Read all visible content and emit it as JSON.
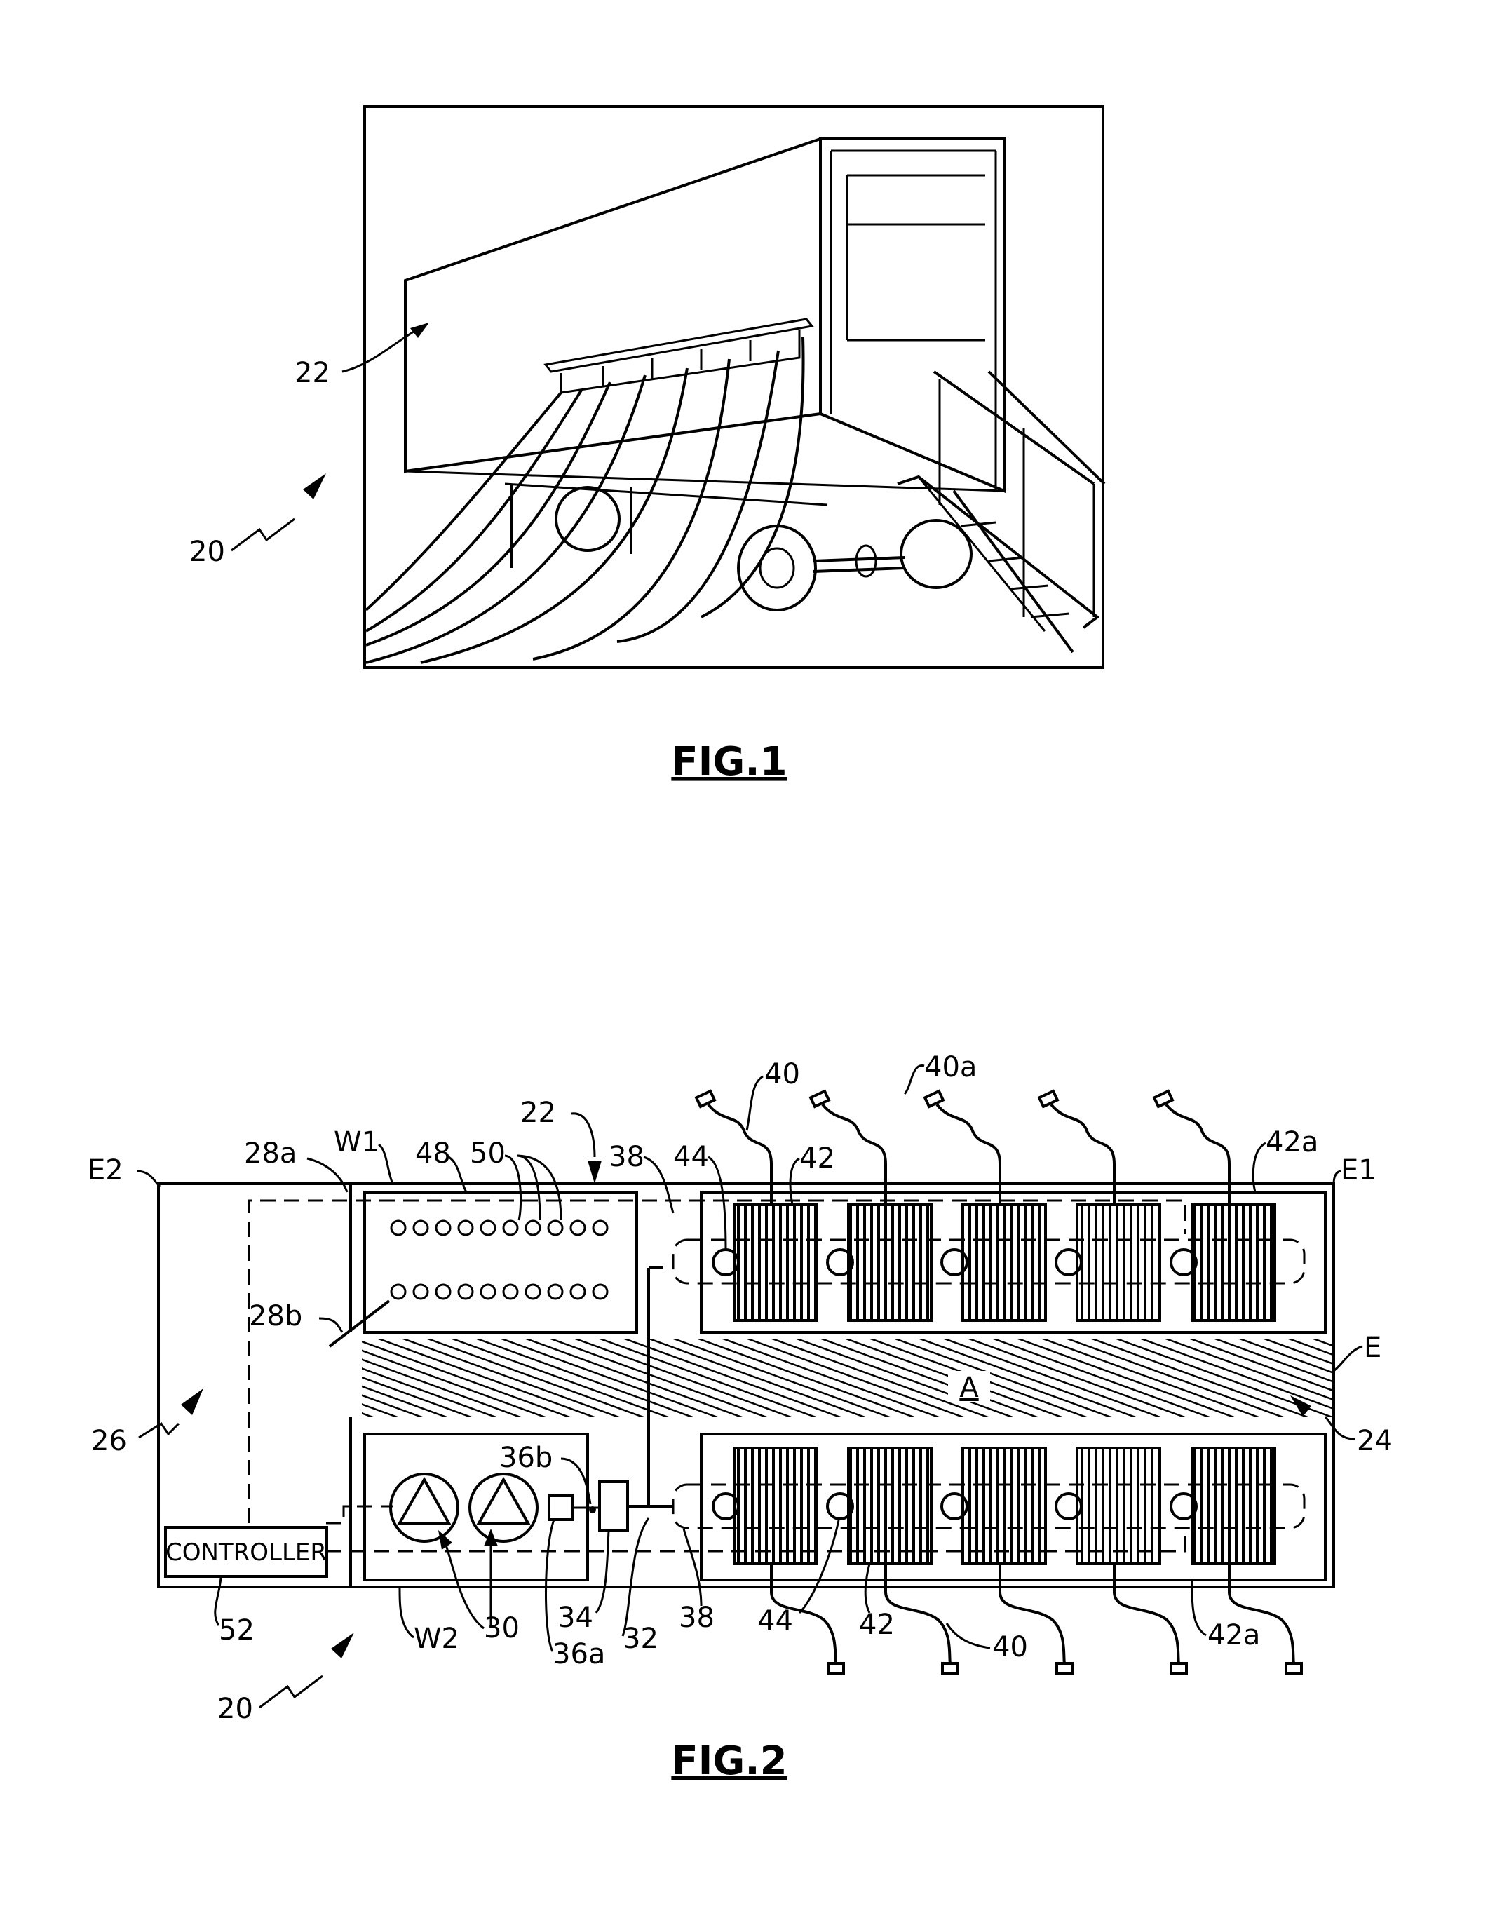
{
  "fig1": {
    "caption": "FIG.1",
    "labels": {
      "l22": "22",
      "l20": "20"
    }
  },
  "fig2": {
    "caption": "FIG.2",
    "controller": "CONTROLLER",
    "area_label": "A",
    "labels": {
      "l22": "22",
      "l20": "20",
      "l24": "24",
      "l26": "26",
      "l28a": "28a",
      "l28b": "28b",
      "lW1": "W1",
      "lW2": "W2",
      "l48": "48",
      "l50": "50",
      "l30": "30",
      "l32": "32",
      "l34": "34",
      "l36a": "36a",
      "l36b": "36b",
      "l38t": "38",
      "l38b": "38",
      "l40t": "40",
      "l40b": "40",
      "l40a": "40a",
      "l42t": "42",
      "l42b": "42",
      "l42at": "42a",
      "l42ab": "42a",
      "l44t": "44",
      "l44b": "44",
      "lE": "E",
      "lE1": "E1",
      "lE2": "E2",
      "l52": "52"
    }
  }
}
